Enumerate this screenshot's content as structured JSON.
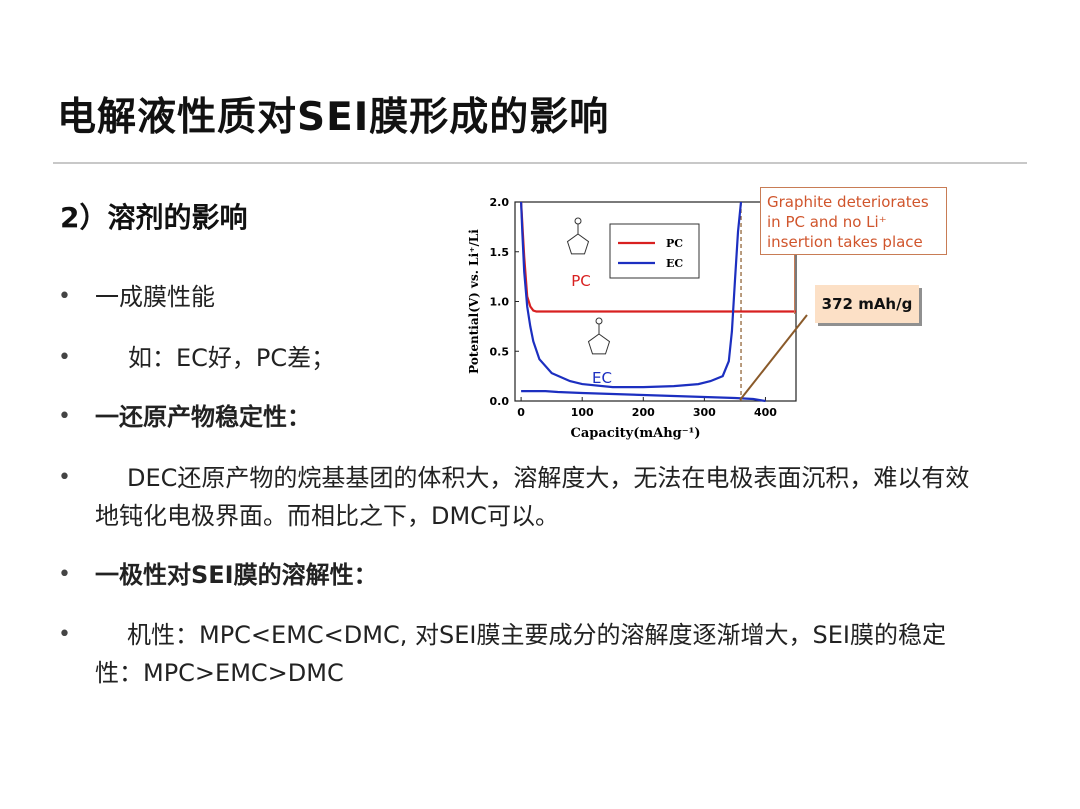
{
  "slide": {
    "title": "电解液性质对SEI膜形成的影响",
    "subtitle": "2）溶剂的影响"
  },
  "bullets": [
    {
      "text": "一成膜性能",
      "bold": false
    },
    {
      "text": "如：EC好，PC差；",
      "bold": false
    },
    {
      "text": "一还原产物稳定性：",
      "bold": true
    },
    {
      "text": "DEC还原产物的烷基基团的体积大，溶解度大，无法在电极表面沉积，难以有效地钝化电极界面。而相比之下，DMC可以。",
      "bold": false
    },
    {
      "text": "一极性对SEI膜的溶解性：",
      "bold": true
    },
    {
      "text": "机性：MPC<EMC<DMC, 对SEI膜主要成分的溶解度逐渐增大，SEI膜的稳定性：MPC>EMC>DMC",
      "bold": false
    }
  ],
  "annotations": {
    "graphite_note": "Graphite deteriorates in PC and no Li⁺ insertion takes place",
    "capacity_note": "372 mAh/g"
  },
  "chart_data": {
    "type": "line",
    "xlabel": "Capacity(mAhg⁻¹)",
    "ylabel": "Potential(V) vs. Li⁺/Li",
    "xlim": [
      -10,
      450
    ],
    "ylim": [
      0,
      2.0
    ],
    "xticks": [
      0,
      100,
      200,
      300,
      400
    ],
    "yticks": [
      0.0,
      0.5,
      1.0,
      1.5,
      2.0
    ],
    "legend_position": "top-center",
    "molecule_labels": {
      "pc": "PC",
      "ec": "EC"
    },
    "vline_x": 360,
    "series": [
      {
        "name": "PC",
        "color": "#d82020",
        "x": [
          0,
          5,
          10,
          15,
          20,
          25,
          35,
          60,
          100,
          200,
          300,
          350,
          400,
          450
        ],
        "y": [
          2.0,
          1.45,
          1.05,
          0.95,
          0.91,
          0.9,
          0.9,
          0.9,
          0.9,
          0.9,
          0.9,
          0.9,
          0.9,
          0.9
        ]
      },
      {
        "name": "EC",
        "color": "#1c2fc0",
        "x": [
          0,
          2,
          5,
          10,
          15,
          20,
          30,
          50,
          80,
          100,
          150,
          200,
          250,
          290,
          310,
          330,
          340,
          345,
          350,
          355,
          360
        ],
        "y": [
          2.0,
          1.7,
          1.3,
          0.95,
          0.75,
          0.6,
          0.42,
          0.28,
          0.2,
          0.17,
          0.14,
          0.14,
          0.15,
          0.17,
          0.2,
          0.25,
          0.4,
          0.7,
          1.2,
          1.7,
          2.0
        ]
      },
      {
        "name": "",
        "color": "#1c2fc0",
        "x": [
          0,
          20,
          40,
          60,
          100,
          150,
          200,
          250,
          300,
          350,
          380,
          400
        ],
        "y": [
          0.1,
          0.1,
          0.1,
          0.09,
          0.08,
          0.07,
          0.06,
          0.05,
          0.04,
          0.03,
          0.02,
          0.0
        ]
      }
    ]
  }
}
